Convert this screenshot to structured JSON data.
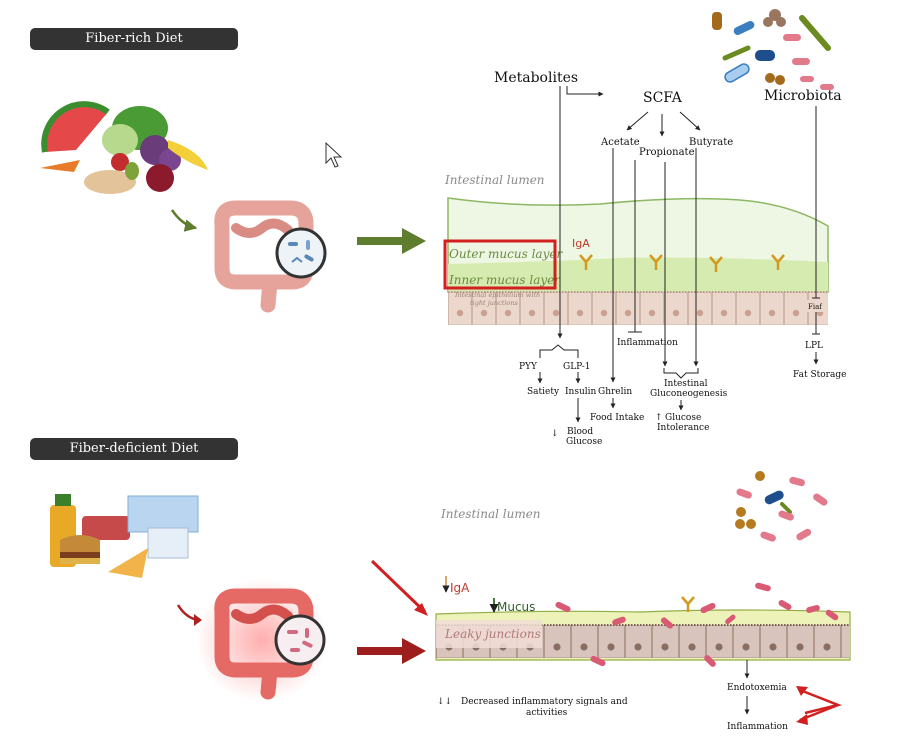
{
  "panels": {
    "fiber_rich": {
      "title": "Fiber-rich Diet",
      "intestinal_lumen": "Intestinal lumen",
      "metabolites": "Metabolites",
      "scfa": "SCFA",
      "microbiota": "Microbiota",
      "acetate": "Acetate",
      "propionate": "Propionate",
      "butyrate": "Butyrate",
      "outer_mucus": "Outer mucus layer",
      "inner_mucus": "Inner mucus layer",
      "iga": "IgA",
      "epithelium_line1": "Intestinal epithelium with",
      "epithelium_line2": "tight junctions",
      "fiaf": "Fiaf",
      "inflammation": "Inflammation",
      "pyy": "PYY",
      "glp1": "GLP-1",
      "satiety": "Satiety",
      "insulin": "Insulin",
      "ghrelin": "Ghrelin",
      "food_intake": "Food Intake",
      "blood": "Blood",
      "glucose": "Glucose",
      "gluconeo_line1": "Intestinal",
      "gluconeo_line2": "Gluconeogenesis",
      "glucose_intol_line1": "Glucose",
      "glucose_intol_line2": "Intolerance",
      "lpl": "LPL",
      "fat_storage": "Fat Storage"
    },
    "fiber_deficient": {
      "title": "Fiber-deficient Diet",
      "intestinal_lumen": "Intestinal lumen",
      "iga": "IgA",
      "mucus": "Mucus",
      "leaky": "Leaky junctions",
      "decreased_line1": "Decreased inflammatory signals and",
      "decreased_line2": "activities",
      "endotoxemia": "Endotoxemia",
      "inflammation": "Inflammation"
    }
  },
  "colors": {
    "badge": "#333333",
    "green_arrow": "#5f7d2e",
    "red_arrow": "#b02020",
    "highlight_box": "#d21f1f",
    "iga": "#d49a1e",
    "cell": "#ecd7cd",
    "mucus_inner": "#d6ebb0",
    "mucus_outer": "#eef6e4"
  }
}
